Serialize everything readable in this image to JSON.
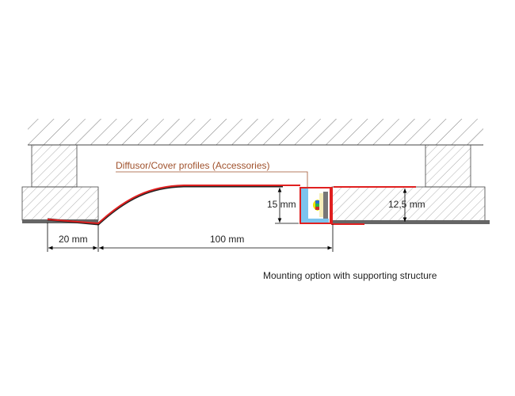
{
  "diagram": {
    "label_diffusor": "Diffusor/Cover profiles (Accessories)",
    "dim_height": "15 mm",
    "dim_board": "12,5 mm",
    "dim_left": "20 mm",
    "dim_span": "100 mm",
    "caption": "Mounting option with supporting structure"
  },
  "colors": {
    "profile_red": "#e02020",
    "label_brown": "#a0522d",
    "diffusor_blue": "#7cc4ee",
    "strip_gray": "#666666"
  }
}
